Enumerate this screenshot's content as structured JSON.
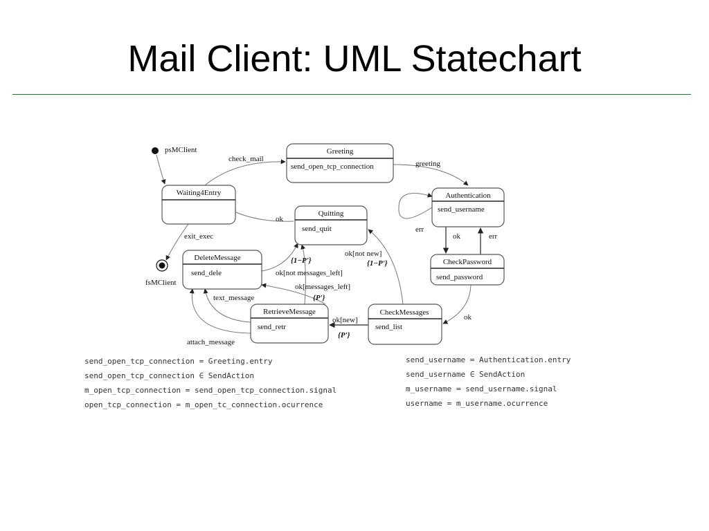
{
  "slide": {
    "title": "Mail Client: UML Statechart"
  },
  "diagram": {
    "initial_label": "psMClient",
    "final_label": "fsMClient",
    "states": {
      "greeting": {
        "name": "Greeting",
        "action": "send_open_tcp_connection"
      },
      "waiting": {
        "name": "Waiting4Entry",
        "action": ""
      },
      "authentication": {
        "name": "Authentication",
        "action": "send_username"
      },
      "quitting": {
        "name": "Quitting",
        "action": "send_quit"
      },
      "checkpassword": {
        "name": "CheckPassword",
        "action": "send_password"
      },
      "deletemessage": {
        "name": "DeleteMessage",
        "action": "send_dele"
      },
      "retrievemessage": {
        "name": "RetrieveMessage",
        "action": "send_retr"
      },
      "checkmessages": {
        "name": "CheckMessages",
        "action": "send_list"
      }
    },
    "transitions": {
      "check_mail": "check_mail",
      "greeting": "greeting",
      "ok_quit": "ok",
      "exit_exec": "exit_exec",
      "err_self": "err",
      "ok_auth": "ok",
      "err_pw": "err",
      "ok_pw": "ok",
      "ok_not_new": "ok[not new]",
      "prob_not_new": "{1−P'}",
      "prob_dele_quit": "{1−P'}",
      "ok_not_left": "ok[not messages_left]",
      "ok_left": "ok[messages_left]",
      "prob_left": "{P'}",
      "text_message": "text_message",
      "ok_new": "ok[new]",
      "prob_new": "{P'}",
      "attach_message": "attach_message"
    }
  },
  "equations": {
    "left": [
      "send_open_tcp_connection = Greeting.entry",
      "send_open_tcp_connection ∈ SendAction",
      "m_open_tcp_connection = send_open_tcp_connection.signal",
      "open_tcp_connection = m_open_tc_connection.ocurrence"
    ],
    "right": [
      "send_username = Authentication.entry",
      "send_username ∈ SendAction",
      "m_username = send_username.signal",
      "username = m_username.ocurrence"
    ]
  }
}
